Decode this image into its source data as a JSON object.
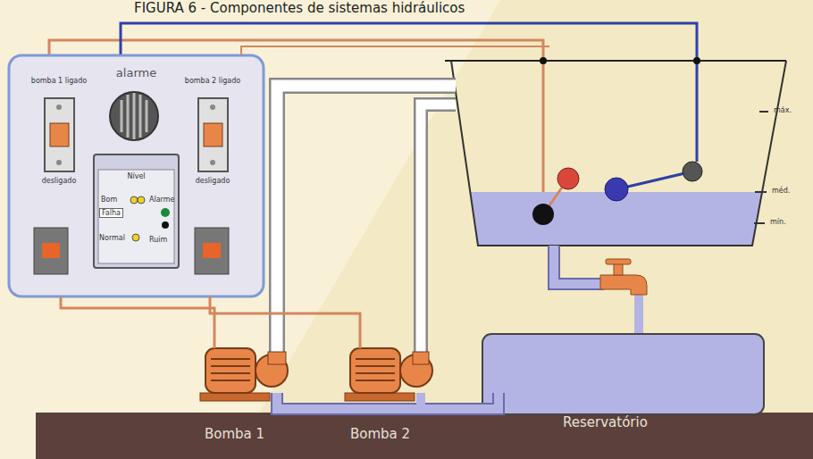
{
  "diagram": {
    "title": "FIGURA 6 - Componentes de sistemas hidráulicos",
    "nodes": [
      {
        "text": [
          "alarme"
        ]
      },
      {
        "text": [
          "Nível",
          "Bom",
          "Alarme",
          "Falha",
          "Normal",
          "Ruim"
        ],
        "in": 0
      },
      {
        "text": [
          "Bomba 1"
        ]
      },
      {
        "text": [
          "Bomba 2"
        ]
      },
      {
        "text": [
          "Reservatório"
        ]
      }
    ],
    "edges": [
      {
        "from": 0,
        "to": 2,
        "arrow": "none"
      },
      {
        "from": 0,
        "to": 3,
        "arrow": "none"
      }
    ],
    "labels": [
      "bomba 1 ligado",
      "desligado",
      "bomba 2 ligado",
      "desligado",
      "máx.",
      "méd.",
      "mín."
    ]
  }
}
